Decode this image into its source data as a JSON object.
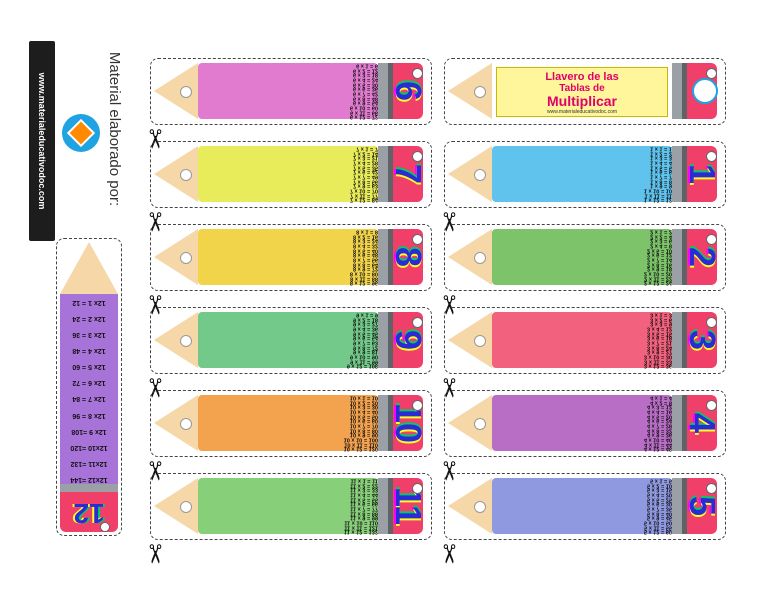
{
  "credit": {
    "label": "Material elaborado por:",
    "site": "www.materialeducativodoc.com"
  },
  "title_card": {
    "line1": "Llavero de las",
    "line2": "Tablas de",
    "line3": "Multiplicar",
    "url": "www.materialeducativodoc.com"
  },
  "colors": {
    "t1": "#5fc3ee",
    "t2": "#7cc36a",
    "t3": "#f2617d",
    "t4": "#b96ec6",
    "t5": "#8f99e0",
    "t6": "#e07bd0",
    "t7": "#e9ec5a",
    "t8": "#f2d44b",
    "t9": "#72c98a",
    "t10": "#f3a24e",
    "t11": "#88cf7a",
    "t12": "#a873d8",
    "cap": "#f0406a",
    "title": "#fff59a"
  },
  "tables": [
    {
      "n": "1",
      "rows": [
        "1 x 1 = 1",
        "1 x 2 = 2",
        "1 x 3 = 3",
        "1 x 4 = 4",
        "1 x 5 = 5",
        "1 x 6 = 6",
        "1 x 7 = 7",
        "1 x 8 = 8",
        "1 x 9 = 9",
        "1 x 10 = 10",
        "1 x 11 = 11",
        "1 x 12 = 12"
      ]
    },
    {
      "n": "2",
      "rows": [
        "2 x 1 = 2",
        "2 x 2 = 4",
        "2 x 3 = 6",
        "2 x 4 = 8",
        "2 x 5 = 10",
        "2 x 6 = 12",
        "2 x 7 = 14",
        "2 x 8 = 16",
        "2 x 9 = 18",
        "2 x 10 = 20",
        "2 x 11 = 22",
        "2 x 12 = 24"
      ]
    },
    {
      "n": "3",
      "rows": [
        "3 x 1 = 3",
        "3 x 2 = 6",
        "3 x 3 = 9",
        "3 x 4 = 12",
        "3 x 5 = 15",
        "3 x 6 = 18",
        "3 x 7 = 21",
        "3 x 8 = 24",
        "3 x 9 = 27",
        "3 x 10 = 30",
        "3 x 11 = 33",
        "3 x 12 = 36"
      ]
    },
    {
      "n": "4",
      "rows": [
        "4 x 1 = 4",
        "4 x 2 = 8",
        "4 x 3 = 12",
        "4 x 4 = 16",
        "4 x 5 = 20",
        "4 x 6 = 24",
        "4 x 7 = 28",
        "4 x 8 = 32",
        "4 x 9 = 36",
        "4 x 10 = 40",
        "4 x 11 = 44",
        "4 x 12 = 48"
      ]
    },
    {
      "n": "5",
      "rows": [
        "5 x 1 = 5",
        "5 x 2 = 10",
        "5 x 3 = 15",
        "5 x 4 = 20",
        "5 x 5 = 25",
        "5 x 6 = 30",
        "5 x 7 = 35",
        "5 x 8 = 40",
        "5 x 9 = 45",
        "5 x 10 = 50",
        "5 x 11 = 55",
        "5 x 12 = 60"
      ]
    },
    {
      "n": "6",
      "rows": [
        "6 x 1 = 6",
        "6 x 2 = 12",
        "6 x 3 = 18",
        "6 x 4 = 24",
        "6 x 5 = 30",
        "6 x 6 = 36",
        "6 x 7 = 42",
        "6 x 8 = 48",
        "6 x 9 = 54",
        "6 x 10 = 60",
        "6 x 11 = 66",
        "6 x 12 = 72"
      ]
    },
    {
      "n": "7",
      "rows": [
        "7 x 1 = 7",
        "7 x 2 = 14",
        "7 x 3 = 21",
        "7 x 4 = 28",
        "7 x 5 = 35",
        "7 x 6 = 42",
        "7 x 7 = 49",
        "7 x 8 = 56",
        "7 x 9 = 63",
        "7 x 10 = 70",
        "7 x 11 = 77",
        "7 x 12 = 84"
      ]
    },
    {
      "n": "8",
      "rows": [
        "8 x 1 = 8",
        "8 x 2 = 16",
        "8 x 3 = 24",
        "8 x 4 = 32",
        "8 x 5 = 40",
        "8 x 6 = 48",
        "8 x 7 = 56",
        "8 x 8 = 64",
        "8 x 9 = 72",
        "8 x 10 = 80",
        "8 x 11 = 88",
        "8 x 12 = 96"
      ]
    },
    {
      "n": "9",
      "rows": [
        "9 x 1 = 9",
        "9 x 2 = 18",
        "9 x 3 = 27",
        "9 x 4 = 36",
        "9 x 5 = 45",
        "9 x 6 = 54",
        "9 x 7 = 63",
        "9 x 8 = 72",
        "9 x 9 = 81",
        "9 x 10 = 90",
        "9 x 11 = 99",
        "9 x 12 = 108"
      ]
    },
    {
      "n": "10",
      "rows": [
        "10 x 1 = 10",
        "10 x 2 = 20",
        "10 x 3 = 30",
        "10 x 4 = 40",
        "10 x 5 = 50",
        "10 x 6 = 60",
        "10 x 7 = 70",
        "10 x 8 = 80",
        "10 x 9 = 90",
        "10 x 10 = 100",
        "10 x 11 = 110",
        "10 x 12 = 120"
      ]
    },
    {
      "n": "11",
      "rows": [
        "11 x 1 = 11",
        "11 x 2 = 22",
        "11 x 3 = 33",
        "11 x 4 = 44",
        "11 x 5 = 55",
        "11 x 6 = 66",
        "11 x 7 = 77",
        "11 x 8 = 88",
        "11 x 9 = 99",
        "11 x 10 = 110",
        "11 x 11 = 121",
        "11 x 12 = 132"
      ]
    },
    {
      "n": "12",
      "rows": [
        "12x 1 = 12",
        "12x 2 = 24",
        "12x 3 = 36",
        "12x 4 = 48",
        "12x 5 = 60",
        "12x 6 = 72",
        "12x 7 = 84",
        "12x 8 = 96",
        "12x 9 =108",
        "12x10 =120",
        "12x11 =132",
        "12x12 =144"
      ]
    }
  ]
}
